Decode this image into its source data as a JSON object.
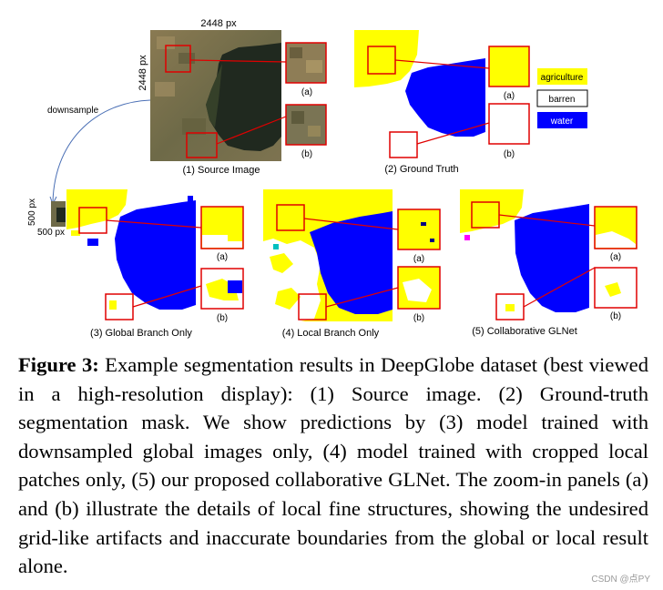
{
  "figure": {
    "source_size_label": "2448 px",
    "source_size_label_vertical": "2448 px",
    "downsample_label": "downsample",
    "small_size_label": "500 px",
    "small_size_label_vertical": "500 px",
    "zoom_a": "(a)",
    "zoom_b": "(b)",
    "panel_labels": [
      "(1) Source Image",
      "(2) Ground Truth",
      "(3) Global Branch Only",
      "(4) Local Branch Only",
      "(5) Collaborative GLNet"
    ],
    "legend": [
      {
        "label": "agriculture",
        "color": "#ffff00",
        "text_color": "#000000"
      },
      {
        "label": "barren",
        "color": "#ffffff",
        "text_color": "#000000"
      },
      {
        "label": "water",
        "color": "#0000ff",
        "text_color": "#ffffff"
      }
    ],
    "colors": {
      "agriculture": "#ffff00",
      "water": "#0000ff",
      "barren": "#ffffff",
      "highlight": "#e00000"
    }
  },
  "caption": {
    "label": "Figure 3:",
    "text": " Example segmentation results in DeepGlobe dataset (best viewed in a high-resolution display): (1) Source image. (2) Ground-truth segmentation mask. We show predictions by (3) model trained with downsampled global images only, (4) model trained with cropped local patches only, (5) our proposed collaborative GLNet. The zoom-in panels (a) and (b) illustrate the details of local fine structures, showing the undesired grid-like artifacts and inaccurate boundaries from the global or local result alone."
  },
  "watermark": "CSDN @点PY"
}
